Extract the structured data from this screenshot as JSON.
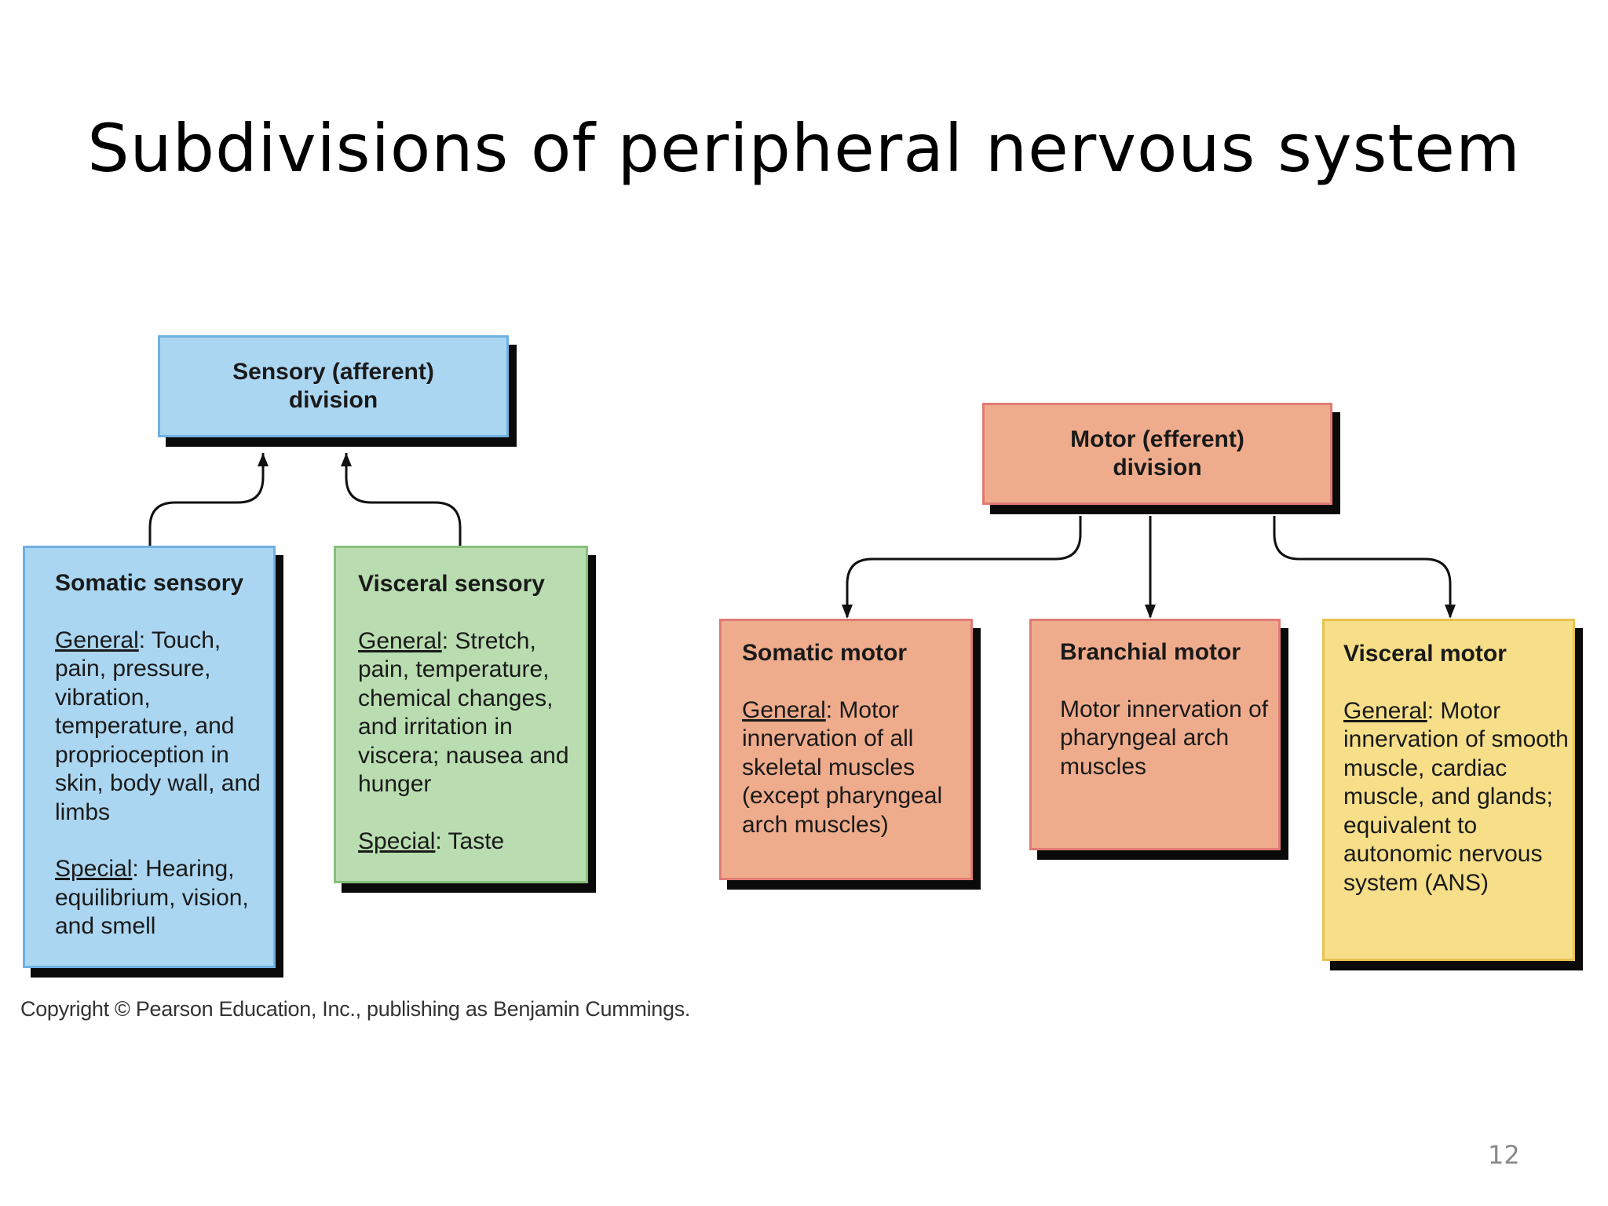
{
  "title": "Subdivisions of peripheral nervous system",
  "sensory": {
    "label_line1": "Sensory (afferent)",
    "label_line2": "division",
    "somatic": {
      "heading": "Somatic sensory",
      "general_label": "General",
      "general_text": ": Touch, pain, pressure, vibration, temperature, and proprioception in skin, body wall, and limbs",
      "special_label": "Special",
      "special_text": ": Hearing, equilibrium, vision, and smell"
    },
    "visceral": {
      "heading": "Visceral sensory",
      "general_label": "General",
      "general_text": ": Stretch, pain, temperature, chemical changes, and irritation in viscera; nausea and hunger",
      "special_label": "Special",
      "special_text": ": Taste"
    }
  },
  "motor": {
    "label_line1": "Motor (efferent)",
    "label_line2": "division",
    "somatic": {
      "heading": "Somatic motor",
      "general_label": "General",
      "general_text": ": Motor innervation of all skeletal muscles (except pharyngeal arch muscles)"
    },
    "branchial": {
      "heading": "Branchial motor",
      "text": "Motor innervation of pharyngeal arch muscles"
    },
    "visceral": {
      "heading": "Visceral motor",
      "general_label": "General",
      "general_text": ": Motor innervation of smooth muscle, cardiac muscle, and glands; equivalent to autonomic nervous system (ANS)"
    }
  },
  "copyright": "Copyright © Pearson Education, Inc., publishing as Benjamin Cummings.",
  "page_number": "12",
  "colors": {
    "sensory_blue": "#abd6f1",
    "visceral_green": "#b9ddb0",
    "motor_salmon": "#efac8c",
    "visceral_motor_yellow": "#f6df88"
  }
}
